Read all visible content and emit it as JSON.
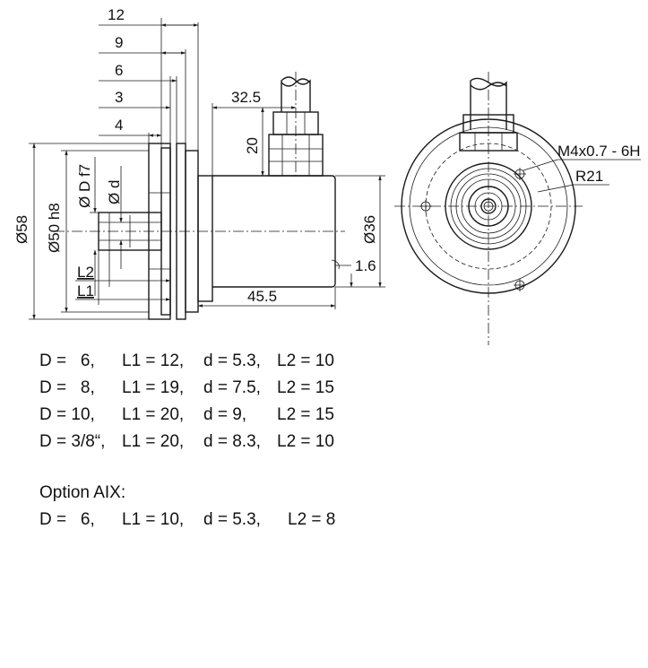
{
  "side_view": {
    "dim_12": "12",
    "dim_9": "9",
    "dim_6": "6",
    "dim_3": "3",
    "dim_4": "4",
    "dim_32_5": "32.5",
    "dim_20": "20",
    "dim_58": "Ø58",
    "dim_50h8": "Ø50 h8",
    "dim_Df7": "Ø D f7",
    "dim_d": "Ø d",
    "dim_L2": "L2",
    "dim_L1": "L1",
    "dim_36": "Ø36",
    "dim_1_6": "1.6",
    "dim_45_5": "45.5"
  },
  "front_view": {
    "thread_label": "M4x0.7 - 6H",
    "radius_label": "R21"
  },
  "specs": {
    "rows": [
      {
        "D": "D =   6,",
        "L1": "L1 = 12,",
        "d": "d = 5.3,",
        "L2": "L2 = 10"
      },
      {
        "D": "D =   8,",
        "L1": "L1 = 19,",
        "d": "d = 7.5,",
        "L2": "L2 = 15"
      },
      {
        "D": "D = 10,",
        "L1": "L1 = 20,",
        "d": "d = 9,",
        "L2": "L2 = 15"
      },
      {
        "D": "D = 3/8“,",
        "L1": "L1 = 20,",
        "d": "d = 8.3,",
        "L2": "L2 = 10"
      }
    ],
    "option_title": "Option AIX:",
    "option_row": {
      "D": "D =   6,",
      "L1": "L1 = 10,",
      "d": "d = 5.3,",
      "L2": "L2 = 8"
    }
  }
}
